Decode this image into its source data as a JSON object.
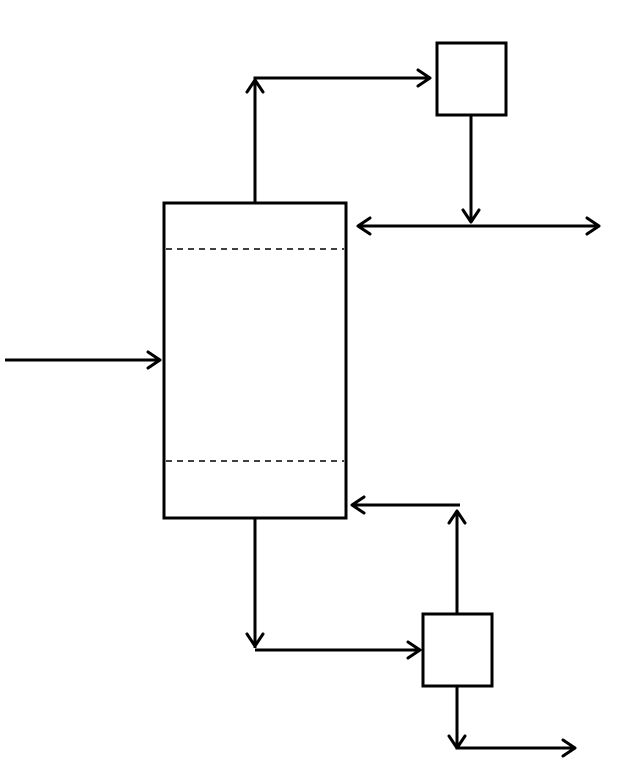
{
  "diagram": {
    "type": "process-flow",
    "units": [
      {
        "id": "column",
        "kind": "distillation-column-vessel"
      },
      {
        "id": "top-unit",
        "kind": "overhead-unit-box"
      },
      {
        "id": "bottom-unit",
        "kind": "bottoms-unit-box"
      }
    ],
    "streams": [
      {
        "id": "feed",
        "to": "column"
      },
      {
        "id": "overhead-vapor",
        "from": "column",
        "to": "top-unit"
      },
      {
        "id": "top-unit-outlet",
        "from": "top-unit",
        "to": "overhead-header"
      },
      {
        "id": "reflux",
        "from": "overhead-header",
        "to": "column"
      },
      {
        "id": "distillate-product",
        "from": "overhead-header"
      },
      {
        "id": "bottoms-liquid",
        "from": "column",
        "to": "bottom-unit"
      },
      {
        "id": "boilup-vapor",
        "from": "bottom-unit",
        "to": "column"
      },
      {
        "id": "bottoms-product",
        "from": "bottom-unit"
      }
    ],
    "colors": {
      "line": "#000000",
      "background": "#ffffff"
    }
  }
}
